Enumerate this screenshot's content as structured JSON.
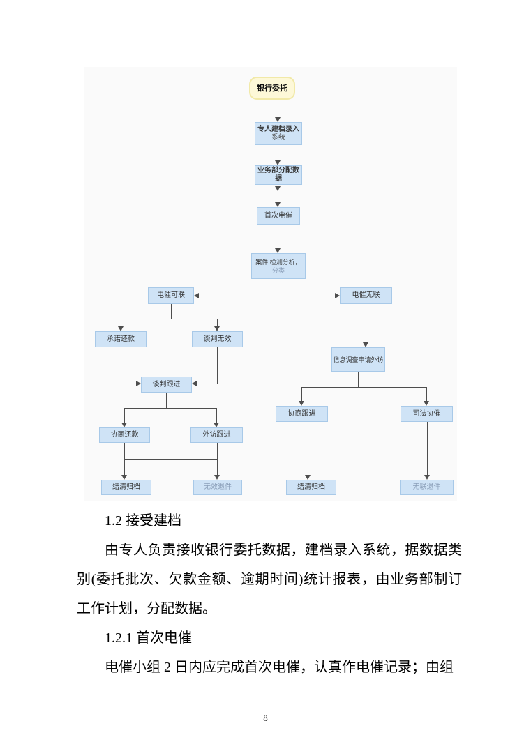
{
  "flowchart": {
    "start": "银行委托",
    "register_line1": "专人建档录入",
    "register_line2": "系统",
    "assign": "业务部分配数据",
    "first_call": "首次电催",
    "case_analysis_line1": "案件 检测分析，",
    "case_analysis_line2": "分类",
    "call_reachable": "电催可联",
    "call_unreachable": "电催无联",
    "promise_repay": "承诺还款",
    "negotiation_invalid": "谈判无效",
    "negotiation_follow": "谈判跟进",
    "info_check_visit": "信息调查申请外访",
    "consult_repay": "协商还款",
    "visit_follow": "外访跟进",
    "settle_archive_left": "结清归档",
    "invalid_return": "无效退件",
    "consult_follow": "协商跟进",
    "judicial_collect": "司法协催",
    "settle_archive_right": "结清归档",
    "no_contact_return": "无联退件"
  },
  "document": {
    "heading_1": "1.2 接受建档",
    "paragraph_1": "由专人负责接收银行委托数据，建档录入系统，据数据类别(委托批次、欠款金额、逾期时间)统计报表，由业务部制订工作计划，分配数据。",
    "heading_2": "1.2.1 首次电催",
    "paragraph_2": "电催小组 2 日内应完成首次电催，认真作电催记录；由组",
    "page_number": "8"
  },
  "colors": {
    "node_fill": "#cfe3f6",
    "node_border": "#a8c9e8",
    "start_fill": "#fdf8d8",
    "start_border": "#f1e9a8",
    "connector": "#4d4d4d",
    "panel_background": "#fafafa",
    "muted_label": "#8b9fb9"
  }
}
